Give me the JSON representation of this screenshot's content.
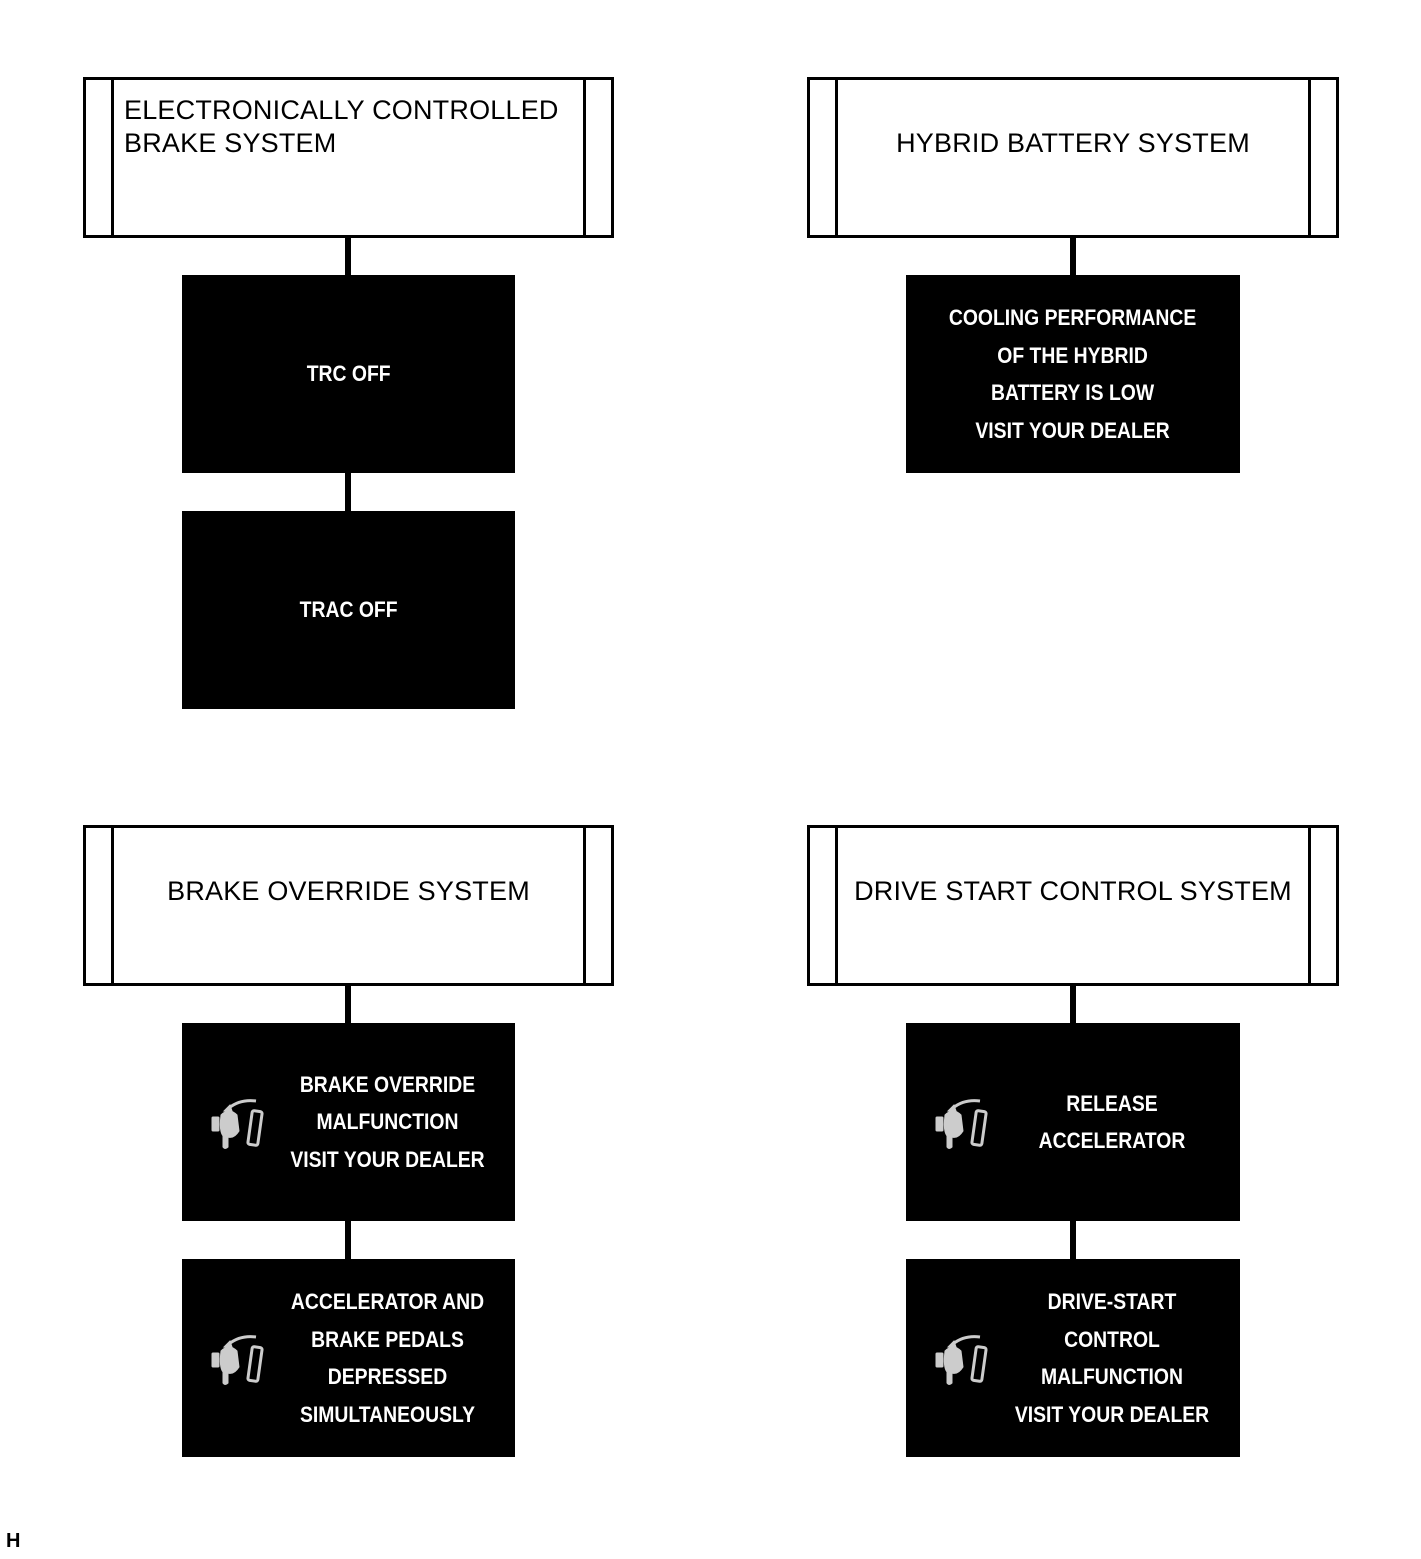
{
  "groups": [
    {
      "title": "ELECTRONICALLY CONTROLLED\nBRAKE SYSTEM",
      "messages": [
        {
          "text": "TRC OFF",
          "icon": null
        },
        {
          "text": "TRAC OFF",
          "icon": null
        }
      ]
    },
    {
      "title": "HYBRID BATTERY SYSTEM",
      "messages": [
        {
          "text": "COOLING PERFORMANCE\nOF THE HYBRID\nBATTERY IS LOW\nVISIT YOUR DEALER",
          "icon": null
        }
      ]
    },
    {
      "title": "BRAKE OVERRIDE SYSTEM",
      "messages": [
        {
          "text": "BRAKE OVERRIDE\nMALFUNCTION\nVISIT YOUR DEALER",
          "icon": "foot-pedal-icon"
        },
        {
          "text": "ACCELERATOR AND\nBRAKE PEDALS\nDEPRESSED\nSIMULTANEOUSLY",
          "icon": "foot-pedal-icon"
        }
      ]
    },
    {
      "title": "DRIVE START CONTROL SYSTEM",
      "messages": [
        {
          "text": "RELEASE\nACCELERATOR",
          "icon": "foot-pedal-icon"
        },
        {
          "text": "DRIVE-START\nCONTROL\nMALFUNCTION\nVISIT YOUR DEALER",
          "icon": "foot-pedal-icon"
        }
      ]
    }
  ],
  "corner_label": "H",
  "colors": {
    "box": "#000000",
    "text_on_box": "#ffffff",
    "icon": "#cccccc"
  }
}
